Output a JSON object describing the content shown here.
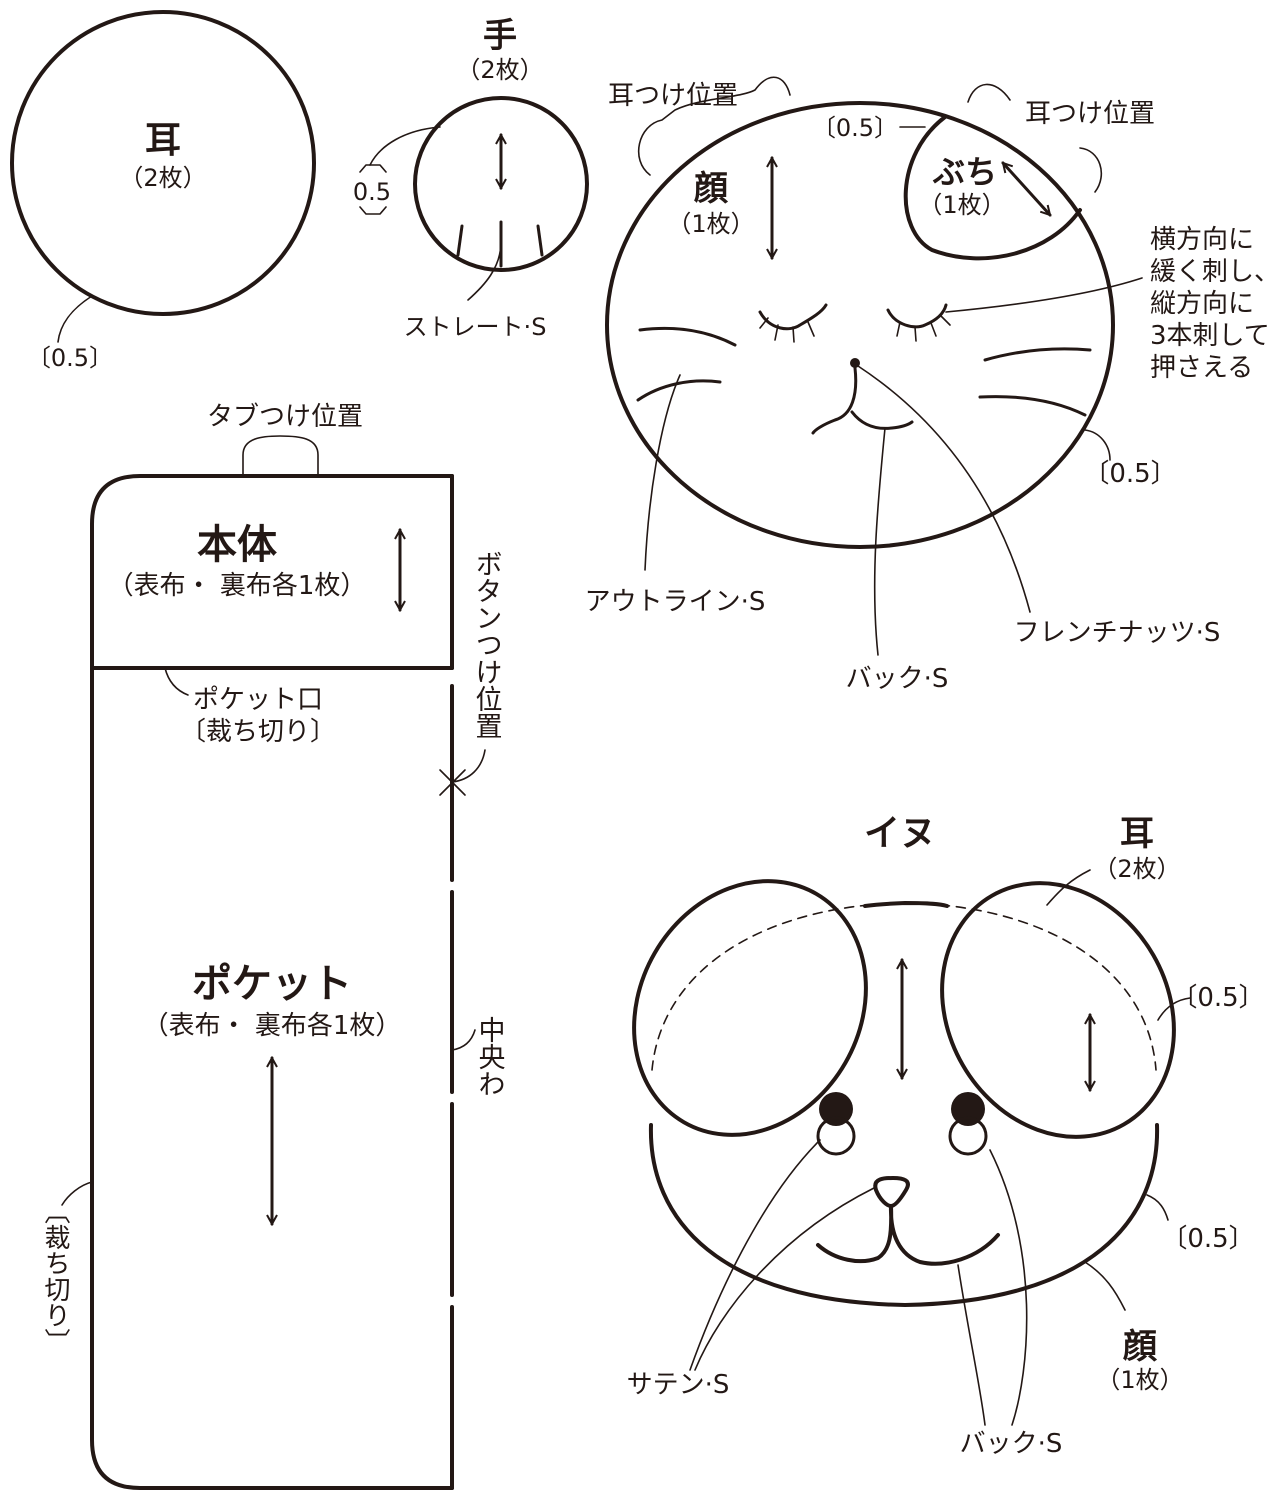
{
  "ear_top_left": {
    "title": "耳",
    "count": "（2枚）",
    "seam": "〔0.5〕"
  },
  "hand": {
    "title": "手",
    "count": "（2枚）",
    "seam": "0.5",
    "stitch": "ストレート·S"
  },
  "cat": {
    "ear_pos_left": "耳つけ位置",
    "ear_pos_right": "耳つけ位置",
    "patch_seam": "〔0.5〕",
    "patch_title": "ぶち",
    "patch_count": "（1枚）",
    "face_title": "顔",
    "face_count": "（1枚）",
    "note_lines": [
      "横方向に",
      "緩く刺し、",
      "縦方向に",
      "3本刺して",
      "押さえる"
    ],
    "seam": "〔0.5〕",
    "outline_stitch": "アウトライン·S",
    "french_knots": "フレンチナッツ·S",
    "back_stitch": "バック·S"
  },
  "body": {
    "tab_pos": "タブつけ位置",
    "title": "本体",
    "sub": "（表布・ 裏布各1枚）",
    "button_pos": "ボタンつけ位置",
    "pocket_mouth_1": "ポケット口",
    "pocket_mouth_2": "〔裁ち切り〕",
    "pocket_title": "ポケット",
    "pocket_sub": "（表布・ 裏布各1枚）",
    "center_fold": "中央わ",
    "cut_edge": "〔裁ち切り〕"
  },
  "dog": {
    "title": "イヌ",
    "ear_title": "耳",
    "ear_count": "（2枚）",
    "ear_seam": "〔0.5〕",
    "face_seam": "〔0.5〕",
    "face_title": "顔",
    "face_count": "（1枚）",
    "satin_stitch": "サテン·S",
    "back_stitch": "バック·S"
  }
}
